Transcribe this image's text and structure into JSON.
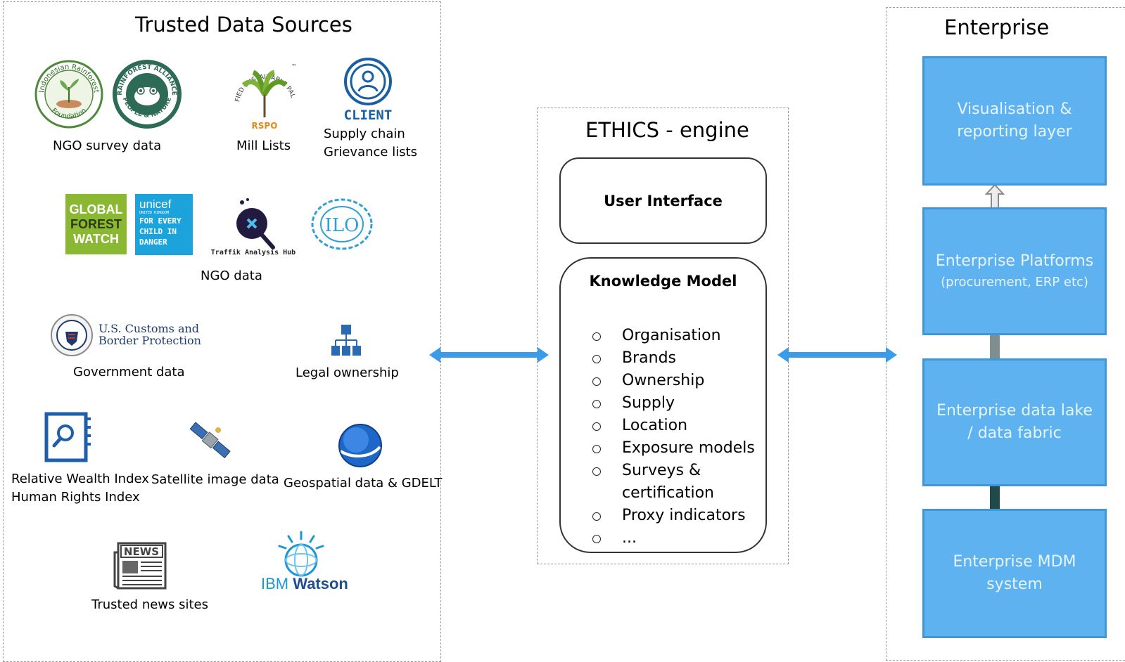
{
  "left_panel": {
    "title": "Trusted Data Sources",
    "labels": {
      "ngo_survey": "NGO survey data",
      "mill_lists": "Mill Lists",
      "client_logo": "CLIENT",
      "supply_chain_line1": "Supply chain",
      "supply_chain_line2": "Grievance lists",
      "ngo_data": "NGO data",
      "government": "Government data",
      "legal_ownership": "Legal ownership",
      "rwi_line1": "Relative Wealth Index",
      "rwi_line2": "Human Rights Index",
      "satellite": "Satellite image data",
      "geospatial": "Geospatial data & GDELT",
      "news": "Trusted news sites"
    },
    "logos": {
      "irf_top": "Indonesian Rainforest",
      "irf_bottom": "Foundation",
      "ra_top": "RAINFOREST ALLIANCE",
      "ra_bottom": "PEOPLE & NATURE",
      "rspo_arc": "CERTIFIED SUSTAINABLE PALM OIL",
      "rspo_tm": "™",
      "rspo": "RSPO",
      "gfw_line1": "GLOBAL",
      "gfw_line2": "FOREST",
      "gfw_line3": "WATCH",
      "unicef": "unicef",
      "unicef_sub": "UNITED KINGDOM",
      "unicef_line1": "FOR EVERY",
      "unicef_line2": "CHILD IN",
      "unicef_line3": "DANGER",
      "traffik": "Traffik Analysis Hub",
      "ilo": "ILO",
      "cbp_line1": "U.S. Customs and",
      "cbp_line2": "Border Protection",
      "news_logo": "NEWS",
      "ibm": "IBM",
      "watson": "Watson"
    }
  },
  "center_panel": {
    "title": "ETHICS - engine",
    "user_interface": "User Interface",
    "knowledge_model": {
      "title": "Knowledge Model",
      "items": [
        {
          "line1": "Organisation"
        },
        {
          "line1": "Brands"
        },
        {
          "line1": "Ownership"
        },
        {
          "line1": "Supply"
        },
        {
          "line1": "Location"
        },
        {
          "line1": "Exposure models"
        },
        {
          "line1": "Surveys &",
          "line2": "certification"
        },
        {
          "line1": "Proxy indicators"
        },
        {
          "line1": "..."
        }
      ]
    }
  },
  "right_panel": {
    "title": "Enterprise",
    "boxes": {
      "visualisation_line1": "Visualisation &",
      "visualisation_line2": "reporting layer",
      "platforms_line1": "Enterprise Platforms",
      "platforms_line2": "(procurement, ERP etc)",
      "datalake_line1": "Enterprise data lake",
      "datalake_line2": "/ data fabric",
      "mdm_line1": "Enterprise MDM",
      "mdm_line2": "system"
    }
  },
  "colors": {
    "arrow": "#3a9be8",
    "enterprise_box": "#5eb2f0",
    "enterprise_border": "#3d97d8",
    "gfw_green": "#8ab833",
    "unicef_blue": "#1ca3dc",
    "client_blue": "#1b5fa3",
    "ilo_blue": "#2f9fd5"
  }
}
